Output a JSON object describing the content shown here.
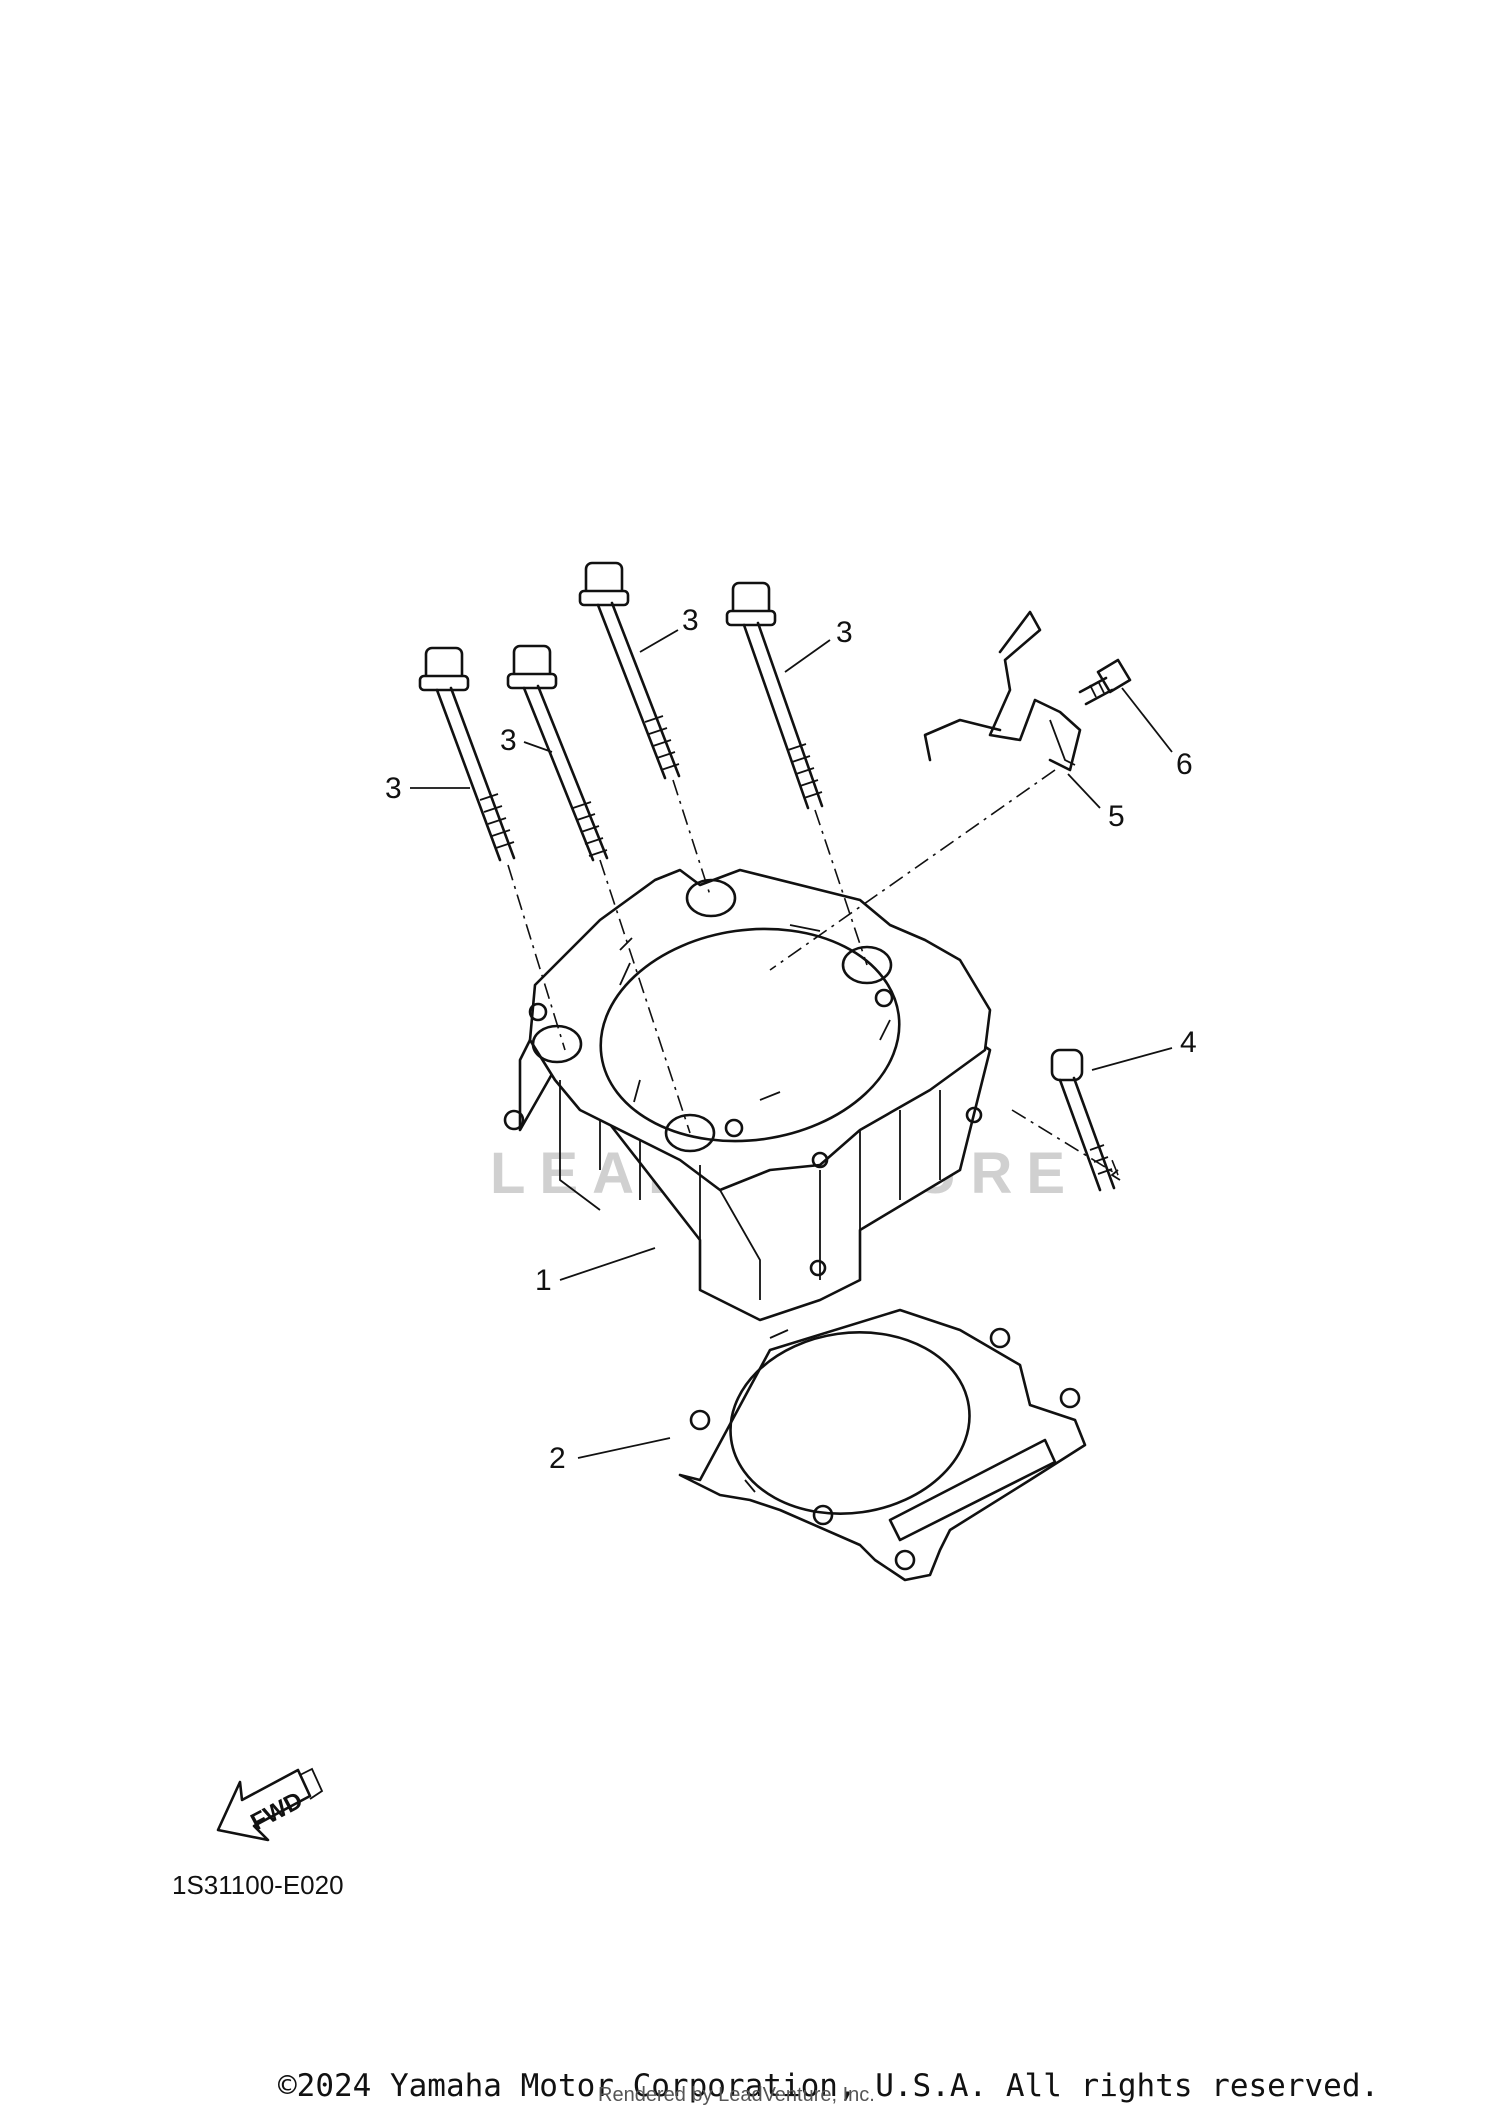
{
  "diagram": {
    "callouts": [
      {
        "id": "part-1-callout",
        "label": "1"
      },
      {
        "id": "part-2-callout",
        "label": "2"
      },
      {
        "id": "part-3-callout-a",
        "label": "3"
      },
      {
        "id": "part-3-callout-b",
        "label": "3"
      },
      {
        "id": "part-3-callout-c",
        "label": "3"
      },
      {
        "id": "part-3-callout-d",
        "label": "3"
      },
      {
        "id": "part-4-callout",
        "label": "4"
      },
      {
        "id": "part-5-callout",
        "label": "5"
      },
      {
        "id": "part-6-callout",
        "label": "6"
      }
    ],
    "fwd_label": "FWD",
    "diagram_code": "1S31100-E020"
  },
  "watermark": "LEADVENTURE",
  "footer": {
    "copyright": "©2024 Yamaha Motor Corporation, U.S.A. All rights reserved.",
    "rendered_by": "Rendered by LeadVenture, Inc."
  }
}
